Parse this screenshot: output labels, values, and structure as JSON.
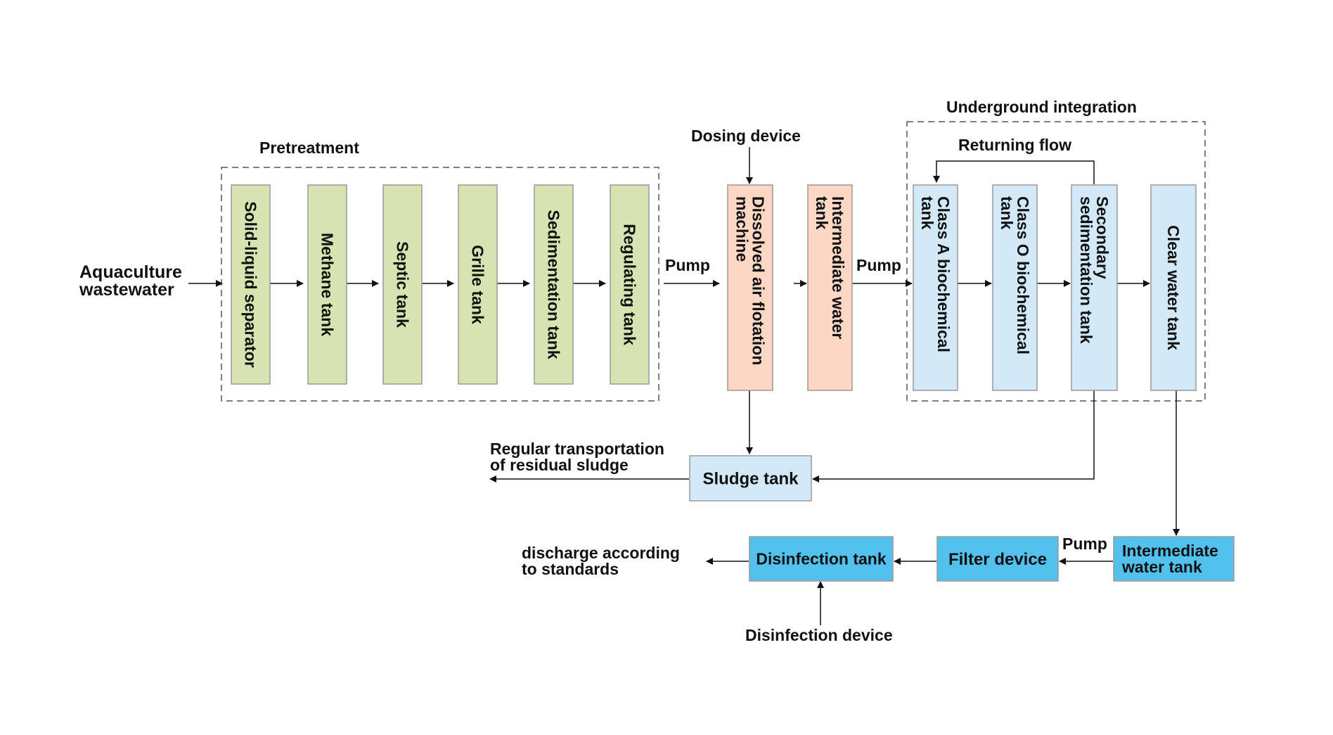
{
  "colors": {
    "green": "#d7e4b1",
    "salmon": "#fbd7c4",
    "light_blue": "#d2e9f7",
    "blue": "#52c1ee",
    "border": "#999999",
    "line": "#111111"
  },
  "labels": {
    "input": [
      "Aquaculture",
      "wastewater"
    ],
    "pretreatment": "Pretreatment",
    "dosing": "Dosing device",
    "underground": "Underground integration",
    "returning": "Returning flow",
    "pump1": "Pump",
    "pump2": "Pump",
    "pump3": "Pump",
    "regular": [
      "Regular transportation",
      "of residual sludge"
    ],
    "discharge": [
      "discharge according",
      "to standards"
    ],
    "disinfection_device": "Disinfection device"
  },
  "boxes": {
    "solid_liquid": {
      "lines": [
        "Solid-liquid separator"
      ]
    },
    "methane": {
      "lines": [
        "Methane tank"
      ]
    },
    "septic": {
      "lines": [
        "Septic tank"
      ]
    },
    "grille": {
      "lines": [
        "Grille tank"
      ]
    },
    "sedimentation": {
      "lines": [
        "Sedimentation tank"
      ]
    },
    "regulating": {
      "lines": [
        "Regulating tank"
      ]
    },
    "daf": {
      "lines": [
        "Dissolved air flotation",
        "machine"
      ]
    },
    "intermediate1": {
      "lines": [
        "Intermediate water",
        "tank"
      ]
    },
    "class_a": {
      "lines": [
        "Class A biochemical",
        "tank"
      ]
    },
    "class_o": {
      "lines": [
        "Class O biochemical",
        "tank"
      ]
    },
    "secondary": {
      "lines": [
        "Secondary",
        "sedimentation tank"
      ]
    },
    "clear": {
      "lines": [
        "Clear water tank"
      ]
    },
    "sludge": {
      "lines": [
        "Sludge tank"
      ]
    },
    "intermediate2": {
      "lines": [
        "Intermediate",
        "water tank"
      ]
    },
    "filter": {
      "lines": [
        "Filter device"
      ]
    },
    "disinfection": {
      "lines": [
        "Disinfection tank"
      ]
    }
  }
}
